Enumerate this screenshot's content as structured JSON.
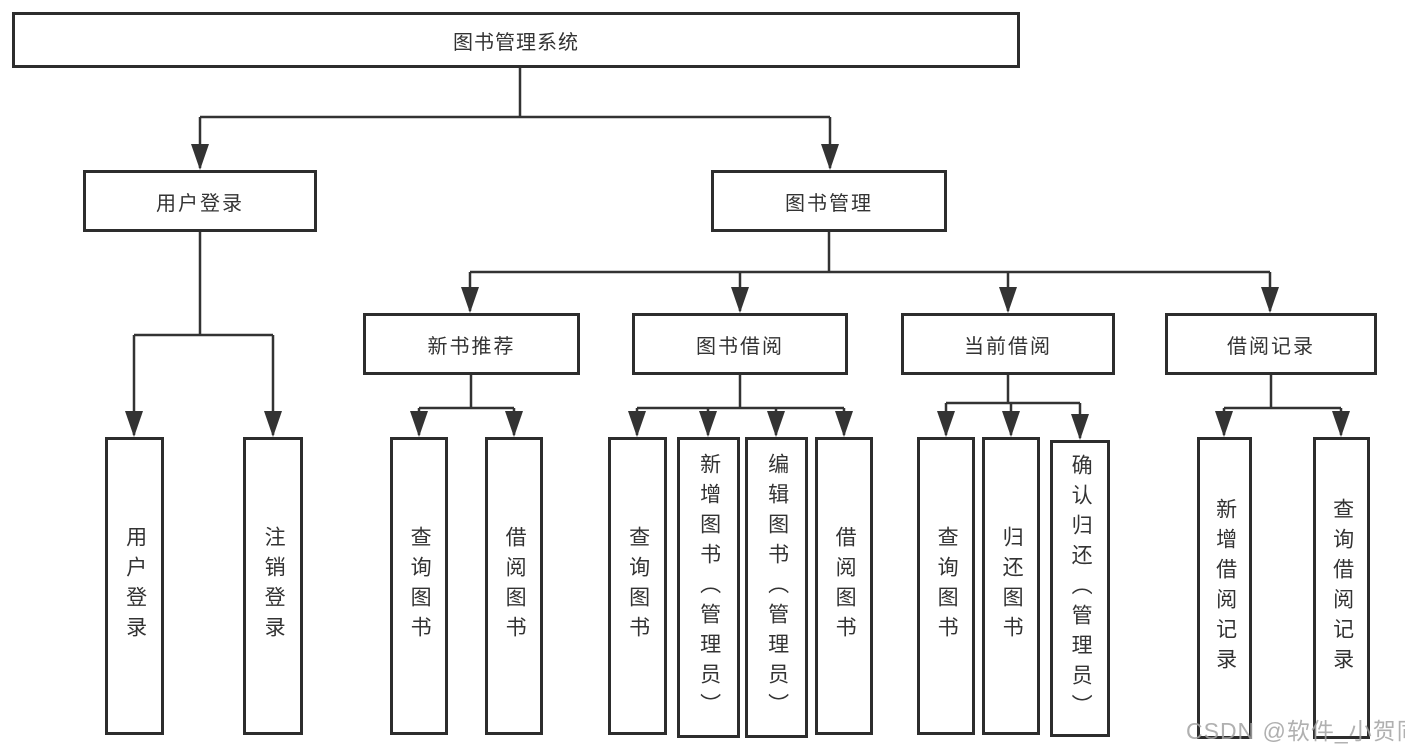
{
  "tree": {
    "root": "图书管理系统",
    "user_login": {
      "label": "用户登录",
      "children": [
        "用户登录",
        "注销登录"
      ]
    },
    "book_mgmt": {
      "label": "图书管理"
    },
    "new_book": {
      "label": "新书推荐",
      "children": [
        "查询图书",
        "借阅图书"
      ]
    },
    "book_borrow": {
      "label": "图书借阅",
      "children": [
        "查询图书",
        "新增图书（管理员）",
        "编辑图书（管理员）",
        "借阅图书"
      ]
    },
    "current_borrow": {
      "label": "当前借阅",
      "children": [
        "查询图书",
        "归还图书",
        "确认归还（管理员）"
      ]
    },
    "borrow_record": {
      "label": "借阅记录",
      "children": [
        "新增借阅记录",
        "查询借阅记录"
      ]
    }
  },
  "watermark": "CSDN @软件_小贺同学",
  "colors": {
    "line": "#333333",
    "box_border": "#2d2d2d",
    "text": "#333333",
    "background": "#ffffff",
    "watermark": "#a3a3a3"
  }
}
